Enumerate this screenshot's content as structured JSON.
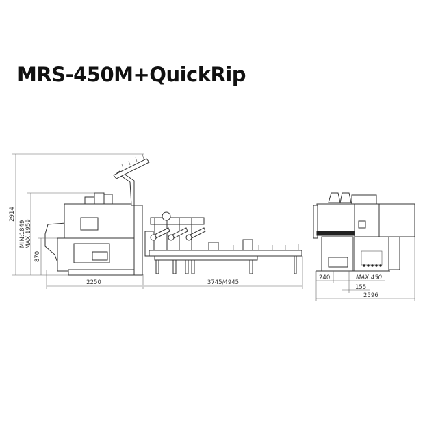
{
  "title": "MRS-450M+QuickRip",
  "side_view": {
    "dim_total_height": "2914",
    "dim_height_range": "MIN:1849\nMAX:1959",
    "dim_height_min": "MIN:1849",
    "dim_height_max": "MAX:1959",
    "dim_table_height": "870",
    "dim_machine_length": "2250",
    "dim_conveyor_length": "3745/4945"
  },
  "front_view": {
    "dim_offset": "240",
    "dim_max_width": "MAX:450",
    "dim_min": "155",
    "dim_total_width": "2596"
  }
}
